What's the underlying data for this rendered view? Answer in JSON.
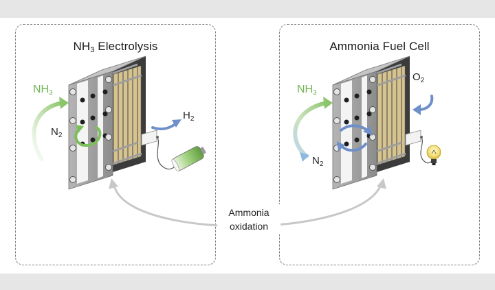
{
  "left_panel": {
    "title_main": "NH",
    "title_sub": "3",
    "title_rest": " Electrolysis",
    "input_main": "NH",
    "input_sub": "3",
    "byproduct_main": "N",
    "byproduct_sub": "2",
    "product_main": "H",
    "product_sub": "2"
  },
  "right_panel": {
    "title": "Ammonia Fuel Cell",
    "input_main": "NH",
    "input_sub": "3",
    "oxidant_main": "O",
    "oxidant_sub": "2",
    "byproduct_main": "N",
    "byproduct_sub": "2"
  },
  "center": {
    "line1": "Ammonia",
    "line2": "oxidation"
  },
  "colors": {
    "green_arrow": "#8cc56b",
    "blue_arrow": "#6e8fc9",
    "plate": "#9a9a9a",
    "endplate": "#3a3a3a",
    "battery": "#9fd07d",
    "bulb": "#f3e27a"
  }
}
